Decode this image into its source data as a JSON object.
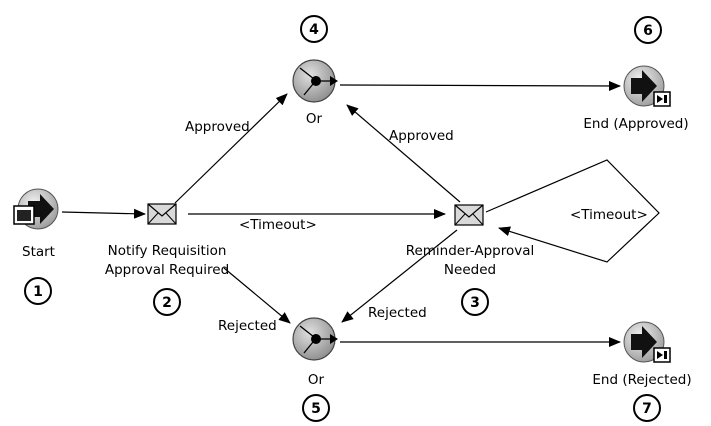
{
  "nodes": {
    "start": {
      "label": "Start",
      "number": "1"
    },
    "notify": {
      "label_line1": "Notify Requisition",
      "label_line2": "Approval Required",
      "number": "2"
    },
    "reminder": {
      "label_line1": "Reminder-Approval",
      "label_line2": "Needed",
      "number": "3"
    },
    "or_top": {
      "label": "Or",
      "number": "4"
    },
    "or_bottom": {
      "label": "Or",
      "number": "5"
    },
    "end_approved": {
      "label": "End (Approved)",
      "number": "6"
    },
    "end_rejected": {
      "label": "End (Rejected)",
      "number": "7"
    }
  },
  "edges": {
    "notify_approved": "Approved",
    "notify_timeout": "<Timeout>",
    "notify_rejected": "Rejected",
    "reminder_approved": "Approved",
    "reminder_rejected": "Rejected",
    "reminder_timeout": "<Timeout>"
  },
  "icons": {
    "start": "start-arrow-icon",
    "notification": "envelope-notification-icon",
    "or": "or-function-icon",
    "end": "end-arrow-icon"
  },
  "colors": {
    "node_fill": "#c8c8c8",
    "or_fill": "#b8b8b8",
    "line": "#000000"
  }
}
